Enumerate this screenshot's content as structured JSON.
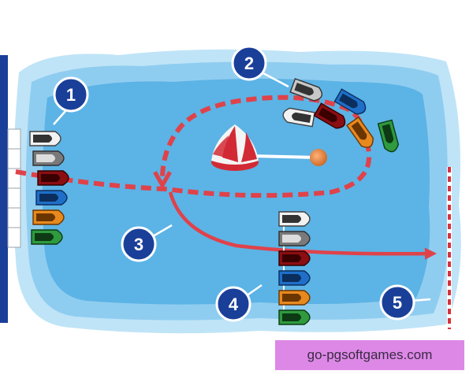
{
  "diagram": {
    "markers": [
      {
        "id": "1",
        "label": "1"
      },
      {
        "id": "2",
        "label": "2"
      },
      {
        "id": "3",
        "label": "3"
      },
      {
        "id": "4",
        "label": "4"
      },
      {
        "id": "5",
        "label": "5"
      }
    ],
    "boat_colors": {
      "white": "#f2f2f2",
      "gray": "#7a7a7a",
      "red": "#8b0e12",
      "blue": "#1f6fc9",
      "orange": "#e8891e",
      "green": "#2f9a3e"
    },
    "route_color": "#e0424a",
    "water_color": "#5cb3e5",
    "pontoon_color": "#1a3f99"
  },
  "watermark": {
    "text": "go-pgsoftgames.com"
  }
}
